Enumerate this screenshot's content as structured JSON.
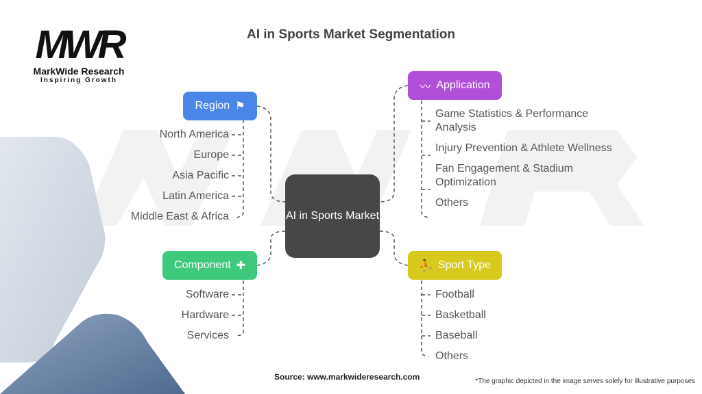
{
  "title": "AI in Sports Market Segmentation",
  "logo": {
    "mark": "MWR",
    "name": "MarkWide Research",
    "tagline": "Inspiring Growth"
  },
  "center": "AI in Sports Market",
  "colors": {
    "region": "#4a86e8",
    "application": "#b24fd8",
    "component": "#3ec97d",
    "sport": "#d8c91e",
    "center": "#474747"
  },
  "region": {
    "label": "Region",
    "items": [
      "North America",
      "Europe",
      "Asia Pacific",
      "Latin America",
      "Middle East & Africa"
    ]
  },
  "application": {
    "label": "Application",
    "items": [
      "Game Statistics & Performance Analysis",
      "Injury Prevention & Athlete Wellness",
      "Fan Engagement & Stadium Optimization",
      "Others"
    ]
  },
  "component": {
    "label": "Component",
    "items": [
      "Software",
      "Hardware",
      "Services"
    ]
  },
  "sport": {
    "label": "Sport Type",
    "items": [
      "Football",
      "Basketball",
      "Baseball",
      "Others"
    ]
  },
  "source": "Source: www.markwideresearch.com",
  "note": "*The graphic depicted in the image serves solely for illustrative purposes"
}
